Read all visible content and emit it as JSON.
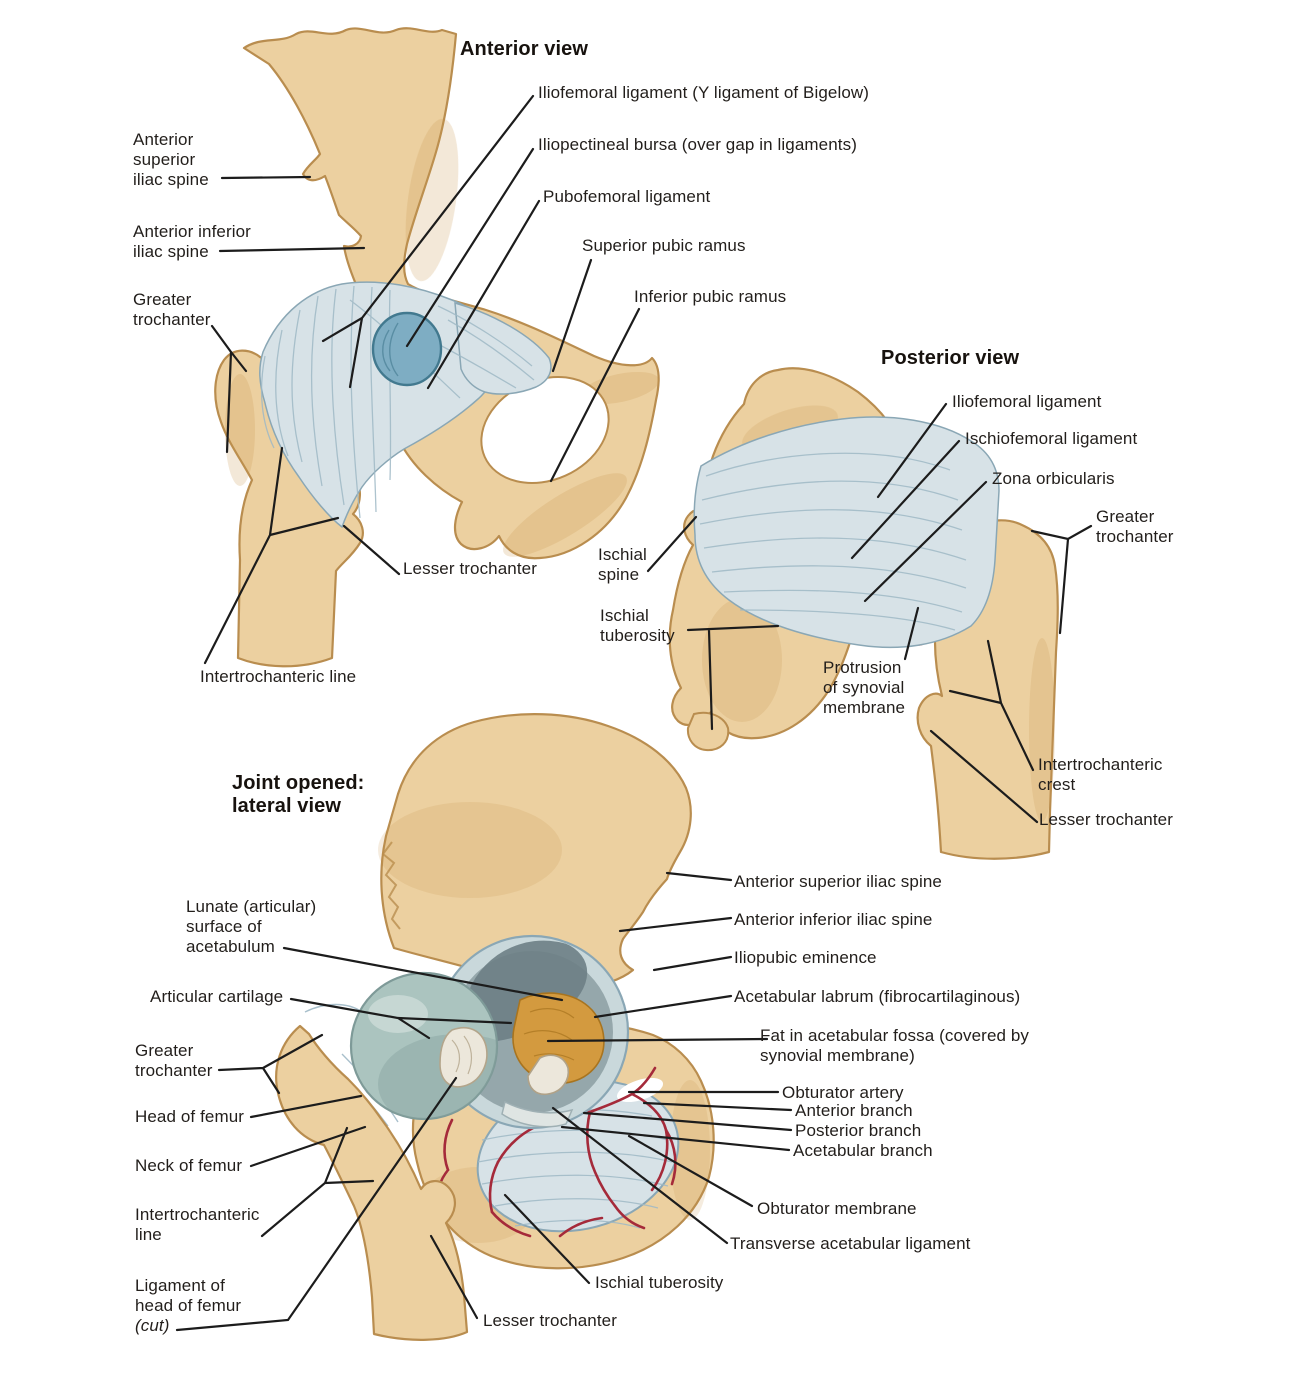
{
  "figure": {
    "views": {
      "anterior": {
        "title": "Anterior view",
        "labels": {
          "asis": "Anterior\nsuperior\niliac spine",
          "aiis": "Anterior inferior\niliac spine",
          "greater_trochanter": "Greater\ntrochanter",
          "iliofemoral": "Iliofemoral ligament (Y ligament of Bigelow)",
          "iliopectineal_bursa": "Iliopectineal bursa (over gap in ligaments)",
          "pubofemoral": "Pubofemoral ligament",
          "superior_pubic_ramus": "Superior pubic ramus",
          "inferior_pubic_ramus": "Inferior pubic ramus",
          "lesser_trochanter": "Lesser trochanter",
          "intertrochanteric_line": "Intertrochanteric line"
        }
      },
      "posterior": {
        "title": "Posterior view",
        "labels": {
          "iliofemoral": "Iliofemoral ligament",
          "ischiofemoral": "Ischiofemoral ligament",
          "zona_orbicularis": "Zona orbicularis",
          "greater_trochanter": "Greater\ntrochanter",
          "ischial_spine": "Ischial\nspine",
          "ischial_tuberosity": "Ischial\ntuberosity",
          "synovial_protrusion": "Protrusion\nof synovial\nmembrane",
          "intertrochanteric_crest": "Intertrochanteric\ncrest",
          "lesser_trochanter": "Lesser trochanter"
        }
      },
      "lateral": {
        "title": "Joint opened:\nlateral view",
        "labels": {
          "lunate_surface": "Lunate (articular)\nsurface of\nacetabulum",
          "articular_cartilage": "Articular cartilage",
          "greater_trochanter": "Greater\ntrochanter",
          "head_of_femur": "Head of femur",
          "neck_of_femur": "Neck of femur",
          "intertrochanteric_line": "Intertrochanteric\nline",
          "ligament_of_head": "Ligament of\nhead of femur",
          "ligament_of_head_cut": "(cut)",
          "anterior_superior_iliac_spine": "Anterior superior iliac spine",
          "anterior_inferior_iliac_spine": "Anterior inferior iliac spine",
          "iliopubic_eminence": "Iliopubic eminence",
          "acetabular_labrum": "Acetabular labrum (fibrocartilaginous)",
          "fat_in_fossa": "Fat in acetabular fossa (covered by\nsynovial membrane)",
          "obturator_artery": "Obturator artery",
          "anterior_branch": "Anterior branch",
          "posterior_branch": "Posterior branch",
          "acetabular_branch": "Acetabular branch",
          "obturator_membrane": "Obturator membrane",
          "transverse_ligament": "Transverse acetabular ligament",
          "ischial_tuberosity": "Ischial tuberosity",
          "lesser_trochanter": "Lesser trochanter"
        }
      }
    },
    "colors": {
      "background": "#ffffff",
      "bone": "#ecd0a0",
      "bone_shade": "#c9974f",
      "bone_outline": "#b98d4f",
      "ligament": "#d7e2e7",
      "ligament_edge": "#8aa7b5",
      "ligament_streak": "#9fb9c6",
      "bursa": "#7eadc3",
      "bursa_edge": "#42798f",
      "cartilage": "#abc4bf",
      "cartilage_edge": "#7e9a98",
      "cup_interior": "#95a7ab",
      "cup_shadow": "#6d7f85",
      "labrum": "#c9d8db",
      "fat": "#d39a3f",
      "fat_edge": "#a8741f",
      "artery": "#a52a3a",
      "synovial_pink": "#e9a393",
      "ligament_white": "#ece7db",
      "leader": "#1c1c1c",
      "text": "#221e1b"
    }
  }
}
